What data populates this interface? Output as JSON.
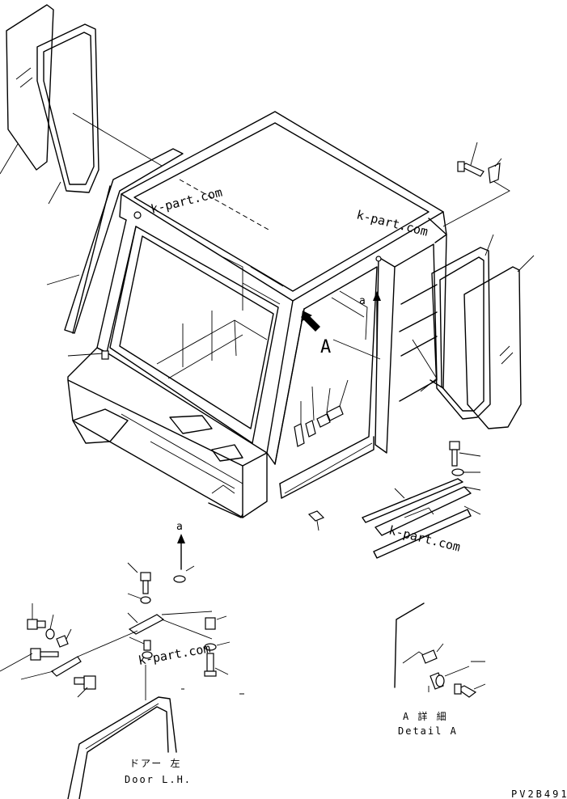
{
  "view_labels": {
    "view_a_letter": "A",
    "arrow_a_top": "a",
    "arrow_a_bottom": "a"
  },
  "detail_caption": {
    "japanese": "A 詳 細",
    "english": "Detail A"
  },
  "door_caption": {
    "japanese": "ドアー 左",
    "english": "Door L.H."
  },
  "watermark": "k-part.com",
  "drawing_code": "PV2B491"
}
